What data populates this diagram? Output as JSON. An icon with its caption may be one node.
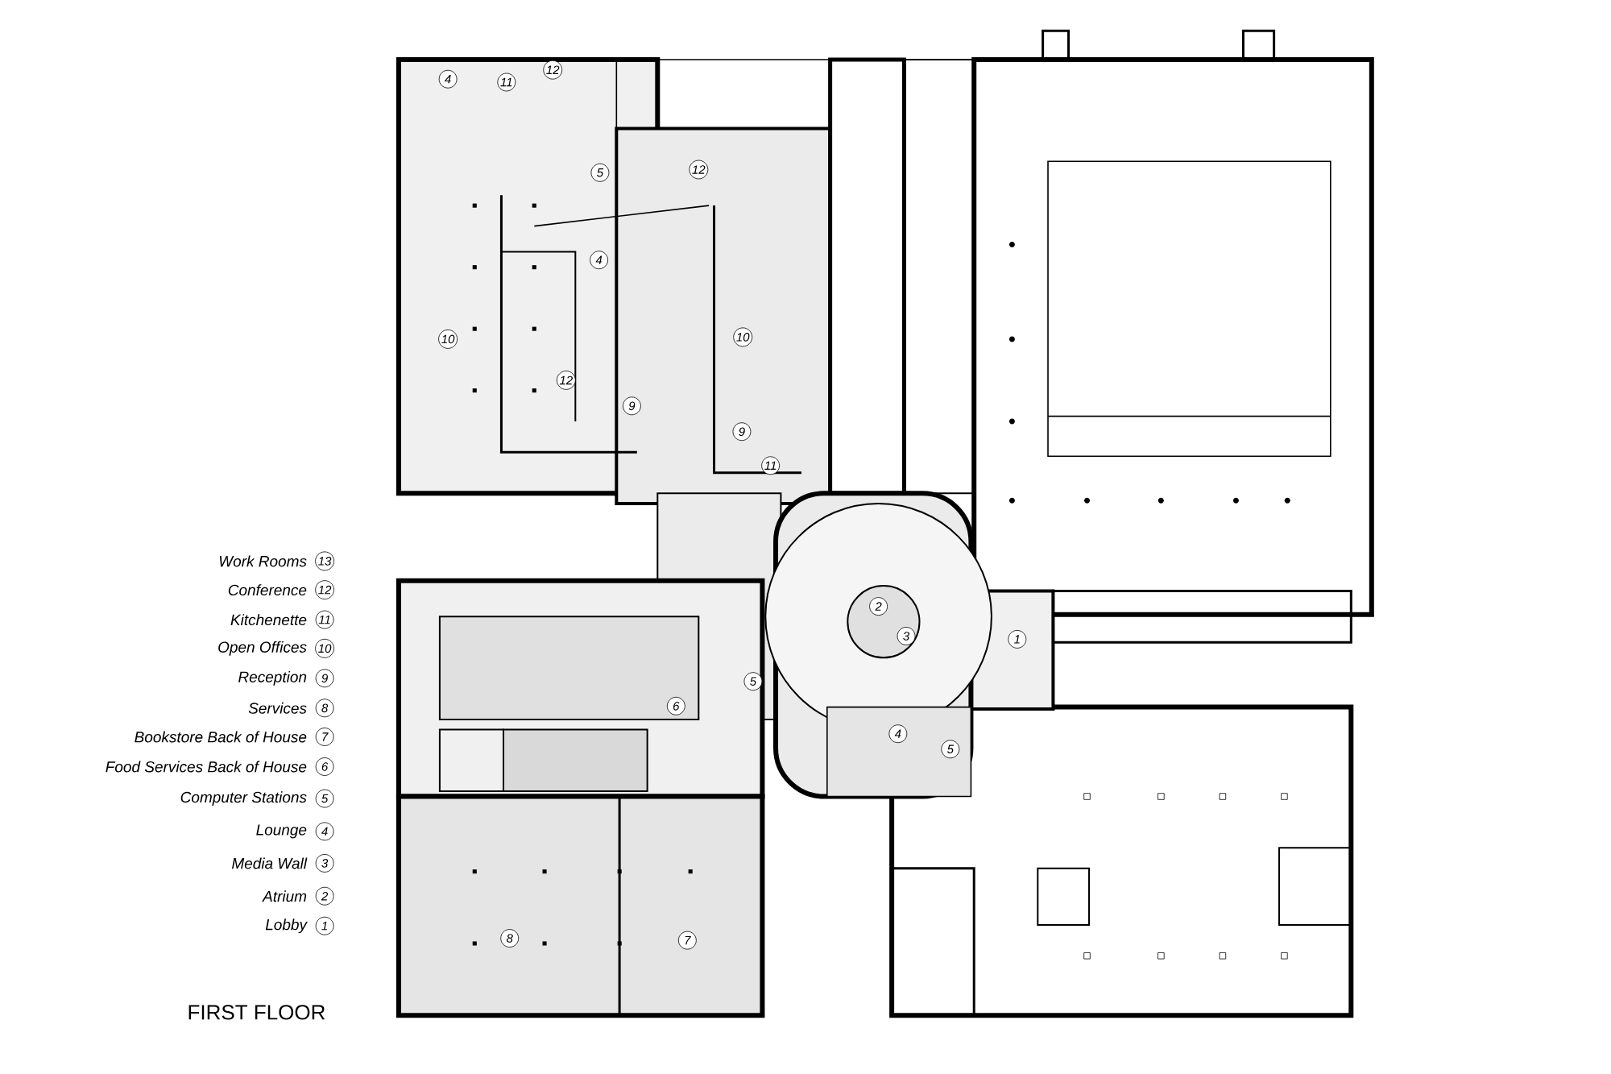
{
  "diagram": {
    "title": "FIRST FLOOR",
    "labels": [
      "4",
      "11",
      "12",
      "5",
      "12",
      "4",
      "10",
      "10",
      "12",
      "9",
      "9",
      "11",
      "Work Rooms",
      "13",
      "Conference",
      "12",
      "Kitchenette",
      "11",
      "Open Offices",
      "10",
      "Reception",
      "9",
      "Services",
      "8",
      "Bookstore Back of House",
      "7",
      "Food Services Back of House",
      "6",
      "Computer Stations",
      "5",
      "Lounge",
      "4",
      "Media Wall",
      "3",
      "Atrium",
      "2",
      "Lobby",
      "1",
      "2",
      "3",
      "1",
      "5",
      "6",
      "4",
      "5",
      "8",
      "7"
    ]
  }
}
